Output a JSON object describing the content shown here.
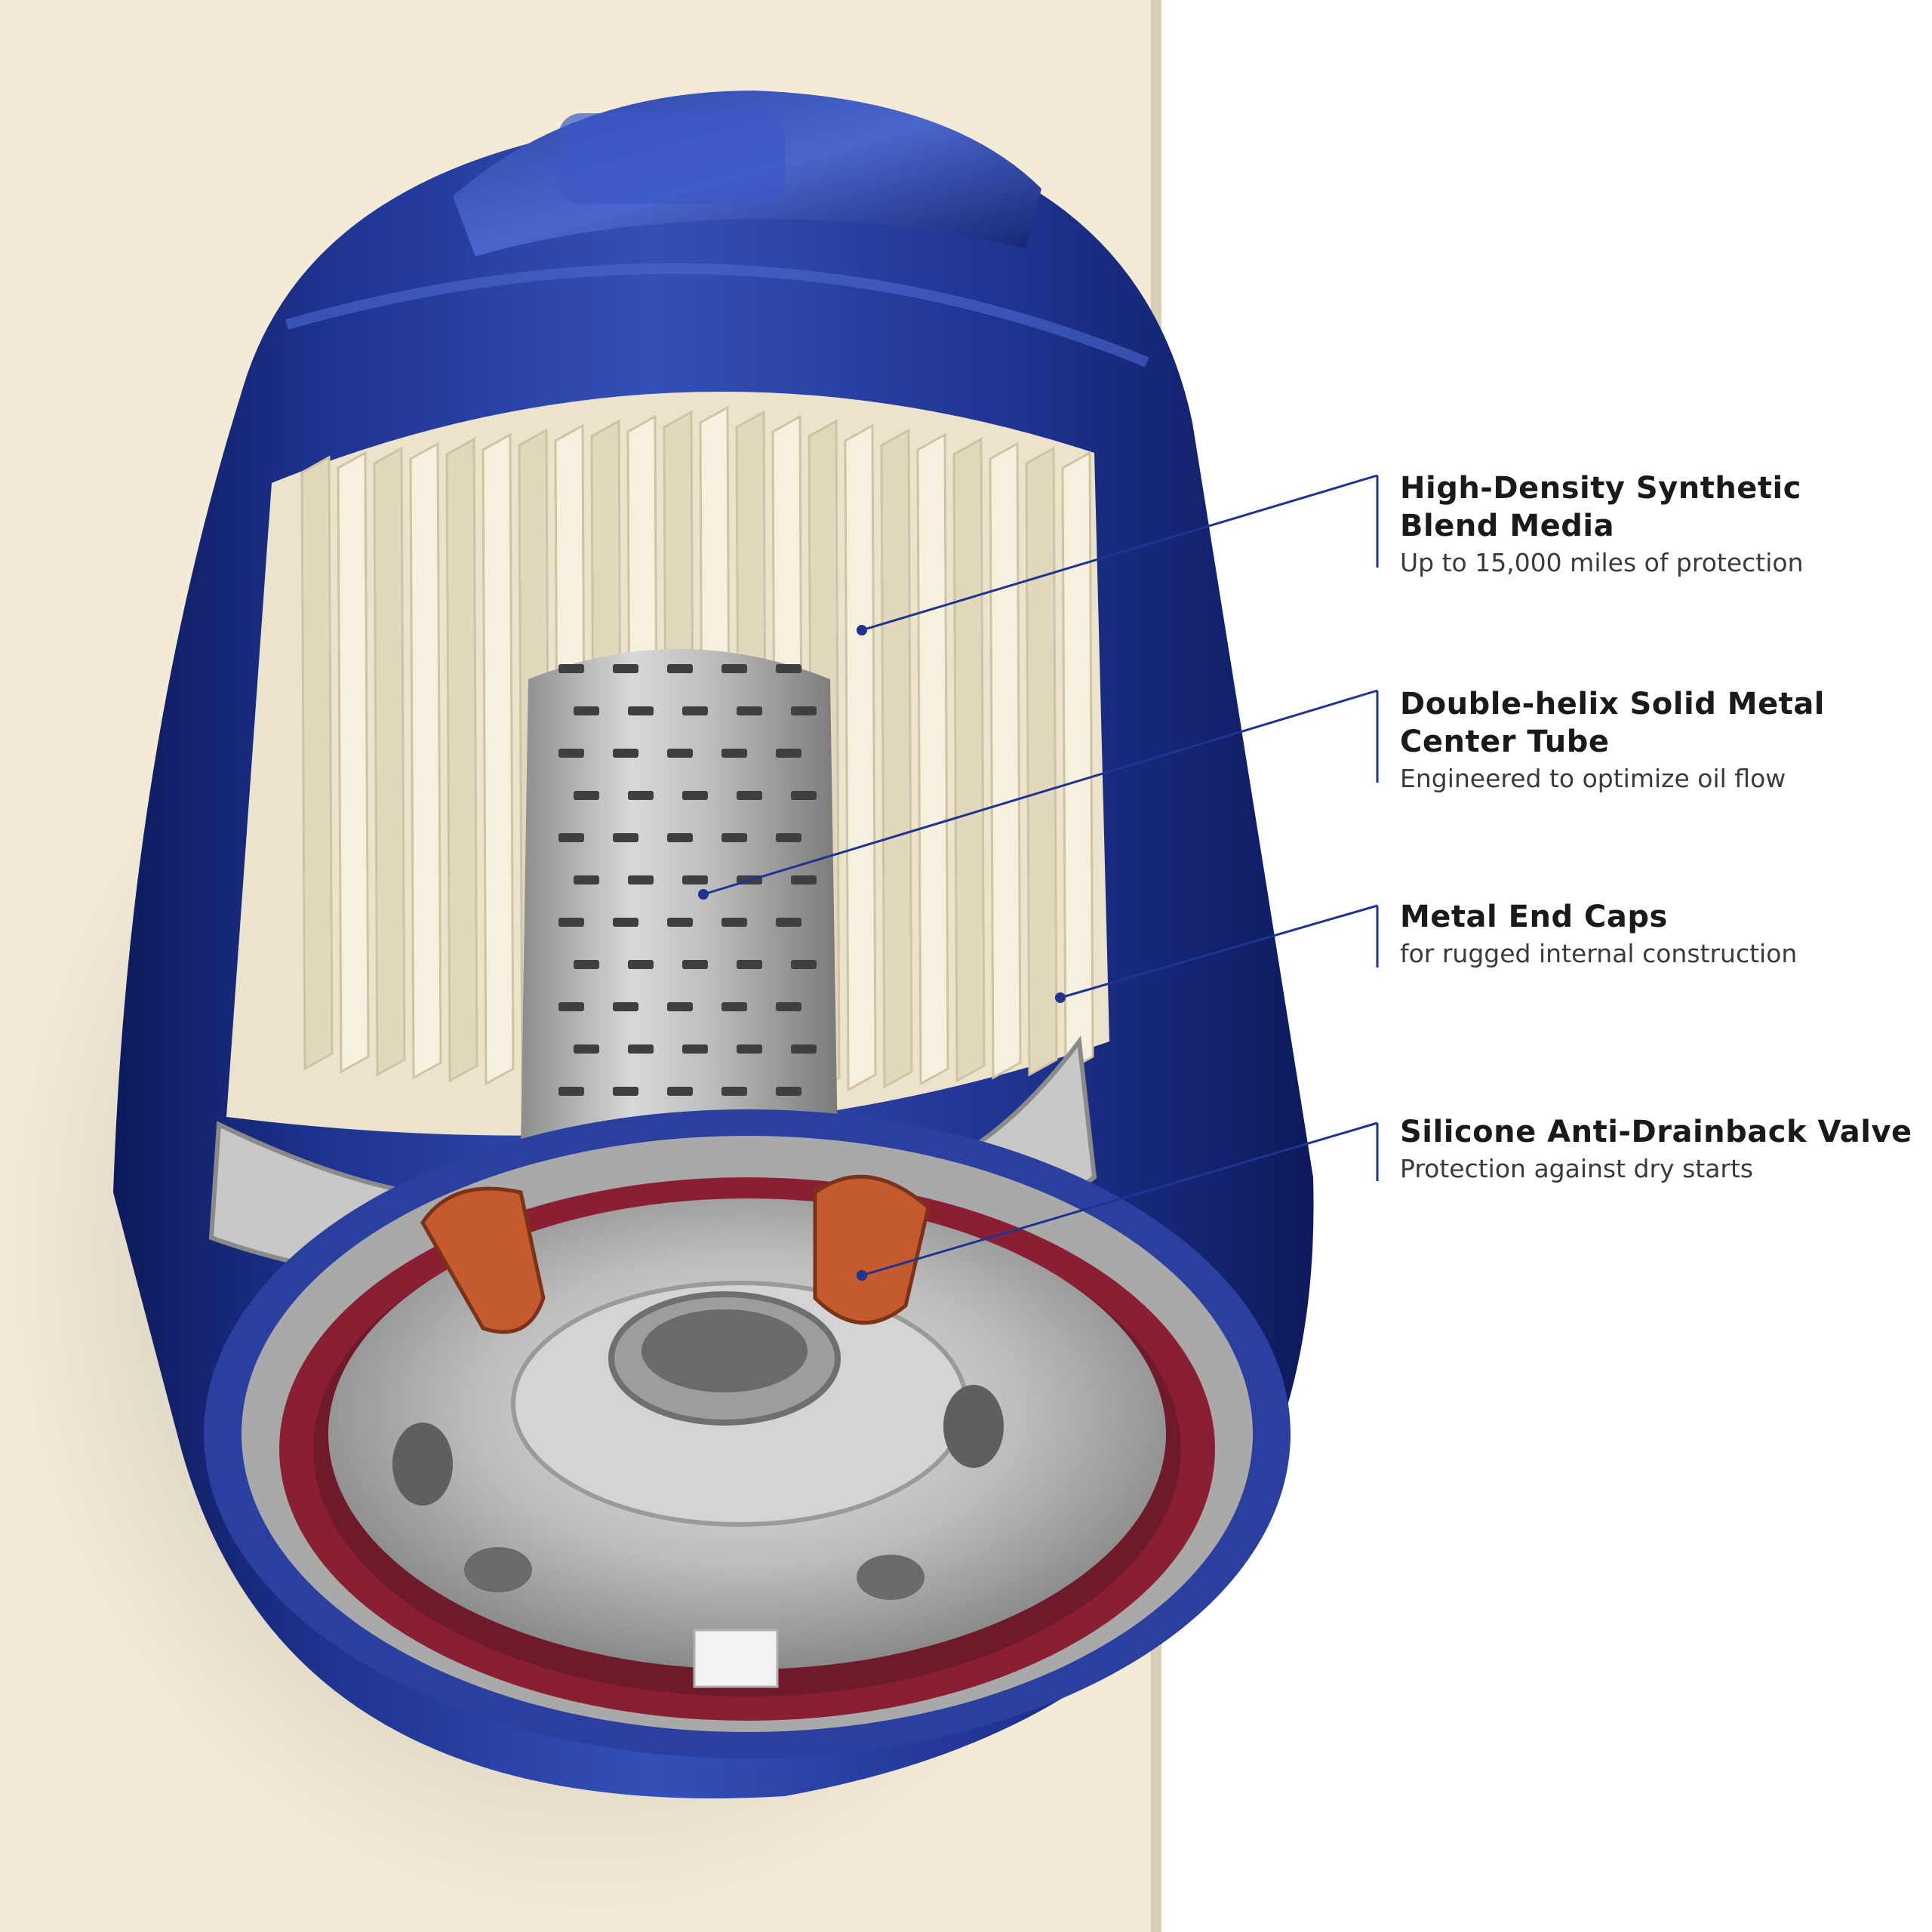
{
  "colors": {
    "background_left": "#f3ebd6",
    "background_right": "#ffffff",
    "housing_blue": "#1f3390",
    "housing_blue_dark": "#0d1a5c",
    "filter_media": "#f1ead5",
    "center_tube": "#b9b9b9",
    "gasket_red": "#8a1f34",
    "valve_orange": "#c45a2d",
    "callout_line": "#1f3390"
  },
  "callouts": [
    {
      "title": "High-Density Synthetic\nBlend Media",
      "subtitle": "Up to 15,000 miles of protection",
      "points_to": "filter media"
    },
    {
      "title": "Double-helix Solid Metal\nCenter Tube",
      "subtitle": "Engineered to optimize oil flow",
      "points_to": "center tube"
    },
    {
      "title": "Metal End Caps",
      "subtitle": "for rugged internal construction",
      "points_to": "end caps"
    },
    {
      "title": "Silicone Anti-Drainback Valve",
      "subtitle": "Protection against dry starts",
      "points_to": "anti-drainback valve"
    }
  ]
}
